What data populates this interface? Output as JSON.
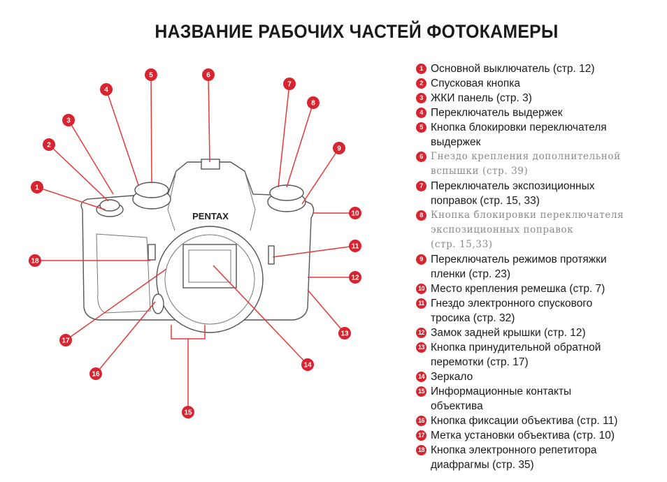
{
  "title": "НАЗВАНИЕ РАБОЧИХ ЧАСТЕЙ ФОТОКАМЕРЫ",
  "camera": {
    "brand": "PENTAX"
  },
  "accent_color": "#d8242f",
  "callouts": [
    "1",
    "2",
    "3",
    "4",
    "5",
    "6",
    "7",
    "8",
    "9",
    "10",
    "11",
    "12",
    "13",
    "14",
    "15",
    "16",
    "17",
    "18"
  ],
  "parts": [
    {
      "num": "1",
      "lines": [
        "Основной выключатель (стр. 12)"
      ],
      "faded": false
    },
    {
      "num": "2",
      "lines": [
        "Спусковая кнопка"
      ],
      "faded": false
    },
    {
      "num": "3",
      "lines": [
        "ЖКИ панель (стр. 3)"
      ],
      "faded": false
    },
    {
      "num": "4",
      "lines": [
        "Переключатель выдержек"
      ],
      "faded": false
    },
    {
      "num": "5",
      "lines": [
        "Кнопка блокировки переключателя",
        "выдержек"
      ],
      "faded": false
    },
    {
      "num": "6",
      "lines": [
        "Гнездо крепления дополнительной",
        "вспышки (стр. 39)"
      ],
      "faded": true
    },
    {
      "num": "7",
      "lines": [
        "Переключатель экспозиционных",
        "поправок (стр. 15, 33)"
      ],
      "faded": false
    },
    {
      "num": "8",
      "lines": [
        "Кнопка блокировки переключателя",
        "экспозиционных поправок",
        "(стр. 15,33)"
      ],
      "faded": true
    },
    {
      "num": "9",
      "lines": [
        "Переключатель режимов протяжки",
        "пленки (стр. 23)"
      ],
      "faded": false
    },
    {
      "num": "10",
      "lines": [
        "Место крепления ремешка (стр. 7)"
      ],
      "faded": false
    },
    {
      "num": "11",
      "lines": [
        "Гнездо электронного спускового",
        "тросика (стр. 32)"
      ],
      "faded": false
    },
    {
      "num": "12",
      "lines": [
        "Замок задней крышки (стр. 12)"
      ],
      "faded": false
    },
    {
      "num": "13",
      "lines": [
        "Кнопка принудительной обратной",
        "перемотки (стр. 17)"
      ],
      "faded": false
    },
    {
      "num": "14",
      "lines": [
        "Зеркало"
      ],
      "faded": false
    },
    {
      "num": "15",
      "lines": [
        "Информационные контакты",
        "объектива"
      ],
      "faded": false
    },
    {
      "num": "16",
      "lines": [
        "Кнопка фиксации объектива (стр. 11)"
      ],
      "faded": false
    },
    {
      "num": "17",
      "lines": [
        "Метка установки объектива (стр. 10)"
      ],
      "faded": false
    },
    {
      "num": "18",
      "lines": [
        "Кнопка электронного репетитора",
        "диафрагмы (стр. 35)"
      ],
      "faded": false
    }
  ]
}
